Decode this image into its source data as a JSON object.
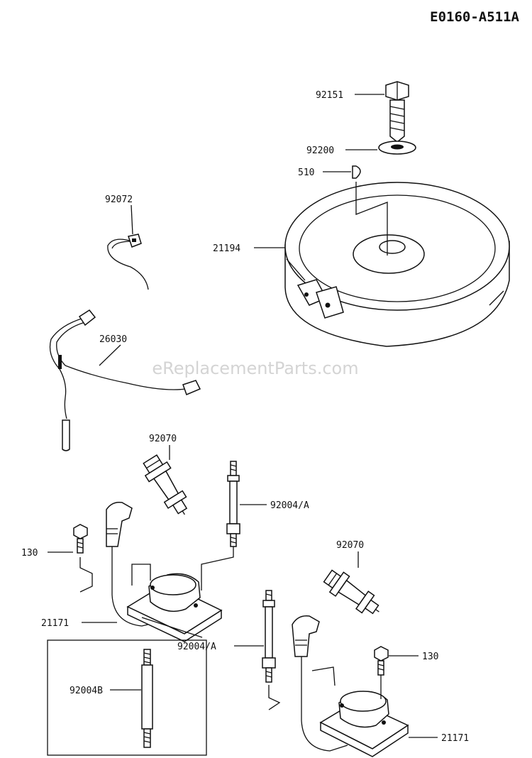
{
  "diagram_code": "E0160-A511A",
  "watermark": "eReplacementParts.com",
  "labels": {
    "p92151": "92151",
    "p92200": "92200",
    "p510": "510",
    "p92072": "92072",
    "p21194": "21194",
    "p26030": "26030",
    "p92070_top": "92070",
    "p92004a_top": "92004/A",
    "p130_left": "130",
    "p92070_right": "92070",
    "p21171_left": "21171",
    "p92004a_bottom": "92004/A",
    "p130_right": "130",
    "p92004b": "92004B",
    "p21171_right": "21171"
  }
}
